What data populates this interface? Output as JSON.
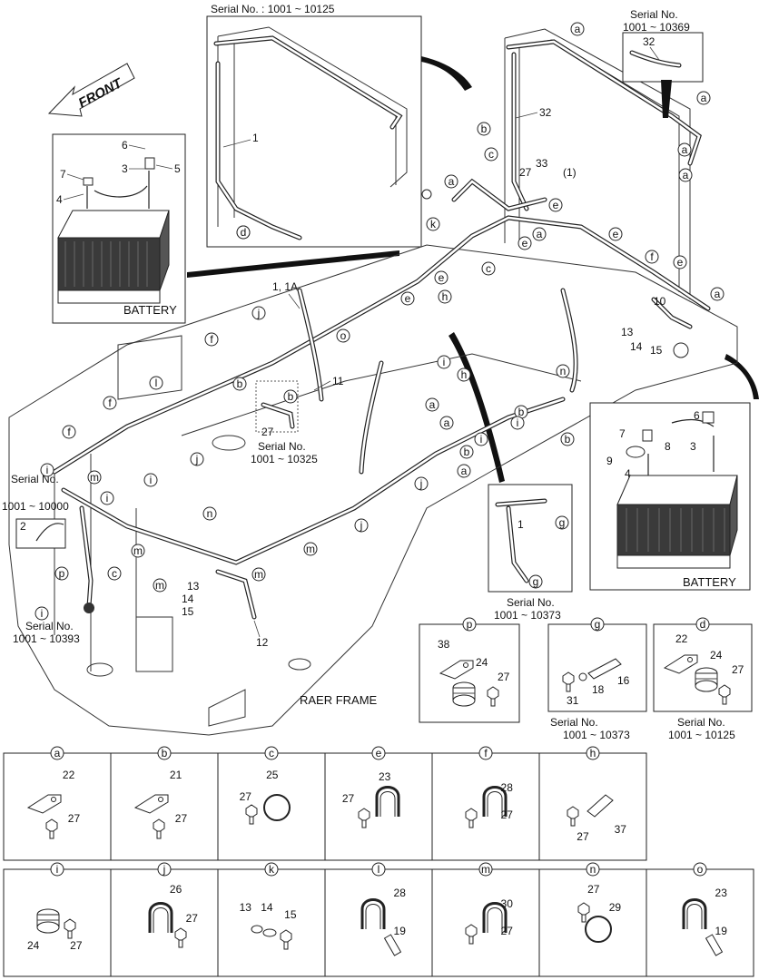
{
  "front_label": "FRONT",
  "battery_left": {
    "title": "BATTERY",
    "labels": [
      "6",
      "5",
      "3",
      "7",
      "4"
    ]
  },
  "battery_right": {
    "title": "BATTERY",
    "labels": [
      "6",
      "7",
      "8",
      "3",
      "9",
      "4"
    ]
  },
  "serials": {
    "s_top_mid": "Serial No. : 1001 ~ 10125",
    "s_top_right_1": "Serial No.",
    "s_top_right_2": "1001 ~ 10369",
    "s_mid_1": "Serial No.",
    "s_mid_2": "1001 ~ 10325",
    "s_left_1": "Serial No.",
    "s_left_2": "1001 ~ 10000",
    "s_low_left_1": "Serial No.",
    "s_low_left_2": "1001 ~ 10393",
    "s_inset_1": "Serial No.",
    "s_inset_2": "1001 ~ 10373",
    "s_g_1": "Serial No.",
    "s_g_2": "1001 ~ 10373",
    "s_d_1": "Serial No.",
    "s_d_2": "1001 ~ 10125"
  },
  "main_labels": {
    "harness": "1, 1A",
    "rear_frame": "RAER FRAME",
    "l1": "1",
    "l32a": "32",
    "l32b": "32",
    "l27": "27",
    "l33": "33",
    "l1p": "(1)",
    "l10": "10",
    "l13a": "13",
    "l14a": "14",
    "l15a": "15",
    "l11": "11",
    "l27b": "27",
    "l2": "2",
    "l13b": "13",
    "l14b": "14",
    "l15b": "15",
    "l12": "12",
    "l1inset": "1"
  },
  "detail_top": [
    {
      "key": "p",
      "parts": [
        "38",
        "24",
        "27"
      ]
    },
    {
      "key": "g",
      "parts": [
        "16",
        "31",
        "18"
      ]
    },
    {
      "key": "d",
      "parts": [
        "22",
        "24",
        "27"
      ]
    }
  ],
  "detail_row1": [
    {
      "key": "a",
      "parts": [
        "22",
        "27"
      ]
    },
    {
      "key": "b",
      "parts": [
        "21",
        "27"
      ]
    },
    {
      "key": "c",
      "parts": [
        "25",
        "27"
      ]
    },
    {
      "key": "e",
      "parts": [
        "23",
        "27"
      ]
    },
    {
      "key": "f",
      "parts": [
        "28",
        "27"
      ]
    },
    {
      "key": "h",
      "parts": [
        "27",
        "37"
      ]
    }
  ],
  "detail_row2": [
    {
      "key": "i",
      "parts": [
        "24",
        "27"
      ]
    },
    {
      "key": "j",
      "parts": [
        "26",
        "27"
      ]
    },
    {
      "key": "k",
      "parts": [
        "13",
        "14",
        "15"
      ]
    },
    {
      "key": "l",
      "parts": [
        "28",
        "19"
      ]
    },
    {
      "key": "m",
      "parts": [
        "30",
        "27"
      ]
    },
    {
      "key": "n",
      "parts": [
        "27",
        "29"
      ]
    },
    {
      "key": "o",
      "parts": [
        "23",
        "19"
      ]
    }
  ],
  "callouts": {
    "c01": "a",
    "c02": "b",
    "c03": "c",
    "c04": "a",
    "c05": "e",
    "c06": "k",
    "c07": "c",
    "c08": "e",
    "c09": "a",
    "c10": "e",
    "c11": "f",
    "c12": "e",
    "c13": "a",
    "c14": "a",
    "c15": "a",
    "c16": "a",
    "c17": "e",
    "c18": "h",
    "c19": "e",
    "c20": "o",
    "c21": "j",
    "c22": "f",
    "c23": "b",
    "c24": "b",
    "c25": "l",
    "c26": "f",
    "c27": "f",
    "c28": "i",
    "c29": "m",
    "c30": "i",
    "c31": "j",
    "c32": "n",
    "c33": "i",
    "c34": "m",
    "c35": "c",
    "c36": "m",
    "c37": "p",
    "c38": "i",
    "c39": "m",
    "c40": "j",
    "c41": "m",
    "c42": "j",
    "c43": "a",
    "c44": "a",
    "c45": "b",
    "c46": "a",
    "c47": "i",
    "c48": "i",
    "c49": "h",
    "c50": "n",
    "c51": "b",
    "c52": "d",
    "c53": "g",
    "c54": "g",
    "c55": "b",
    "c56": "i"
  }
}
